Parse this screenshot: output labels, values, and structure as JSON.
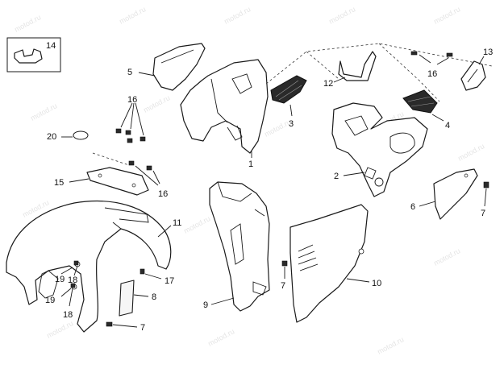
{
  "watermark": "motod.ru",
  "part_numbers": {
    "p1": "1",
    "p2": "2",
    "p3": "3",
    "p4": "4",
    "p5": "5",
    "p6": "6",
    "p7": "7",
    "p8": "8",
    "p9": "9",
    "p10": "10",
    "p11": "11",
    "p12": "12",
    "p13": "13",
    "p14": "14",
    "p15": "15",
    "p16": "16",
    "p17": "17",
    "p18": "18",
    "p19": "19",
    "p20": "20"
  }
}
